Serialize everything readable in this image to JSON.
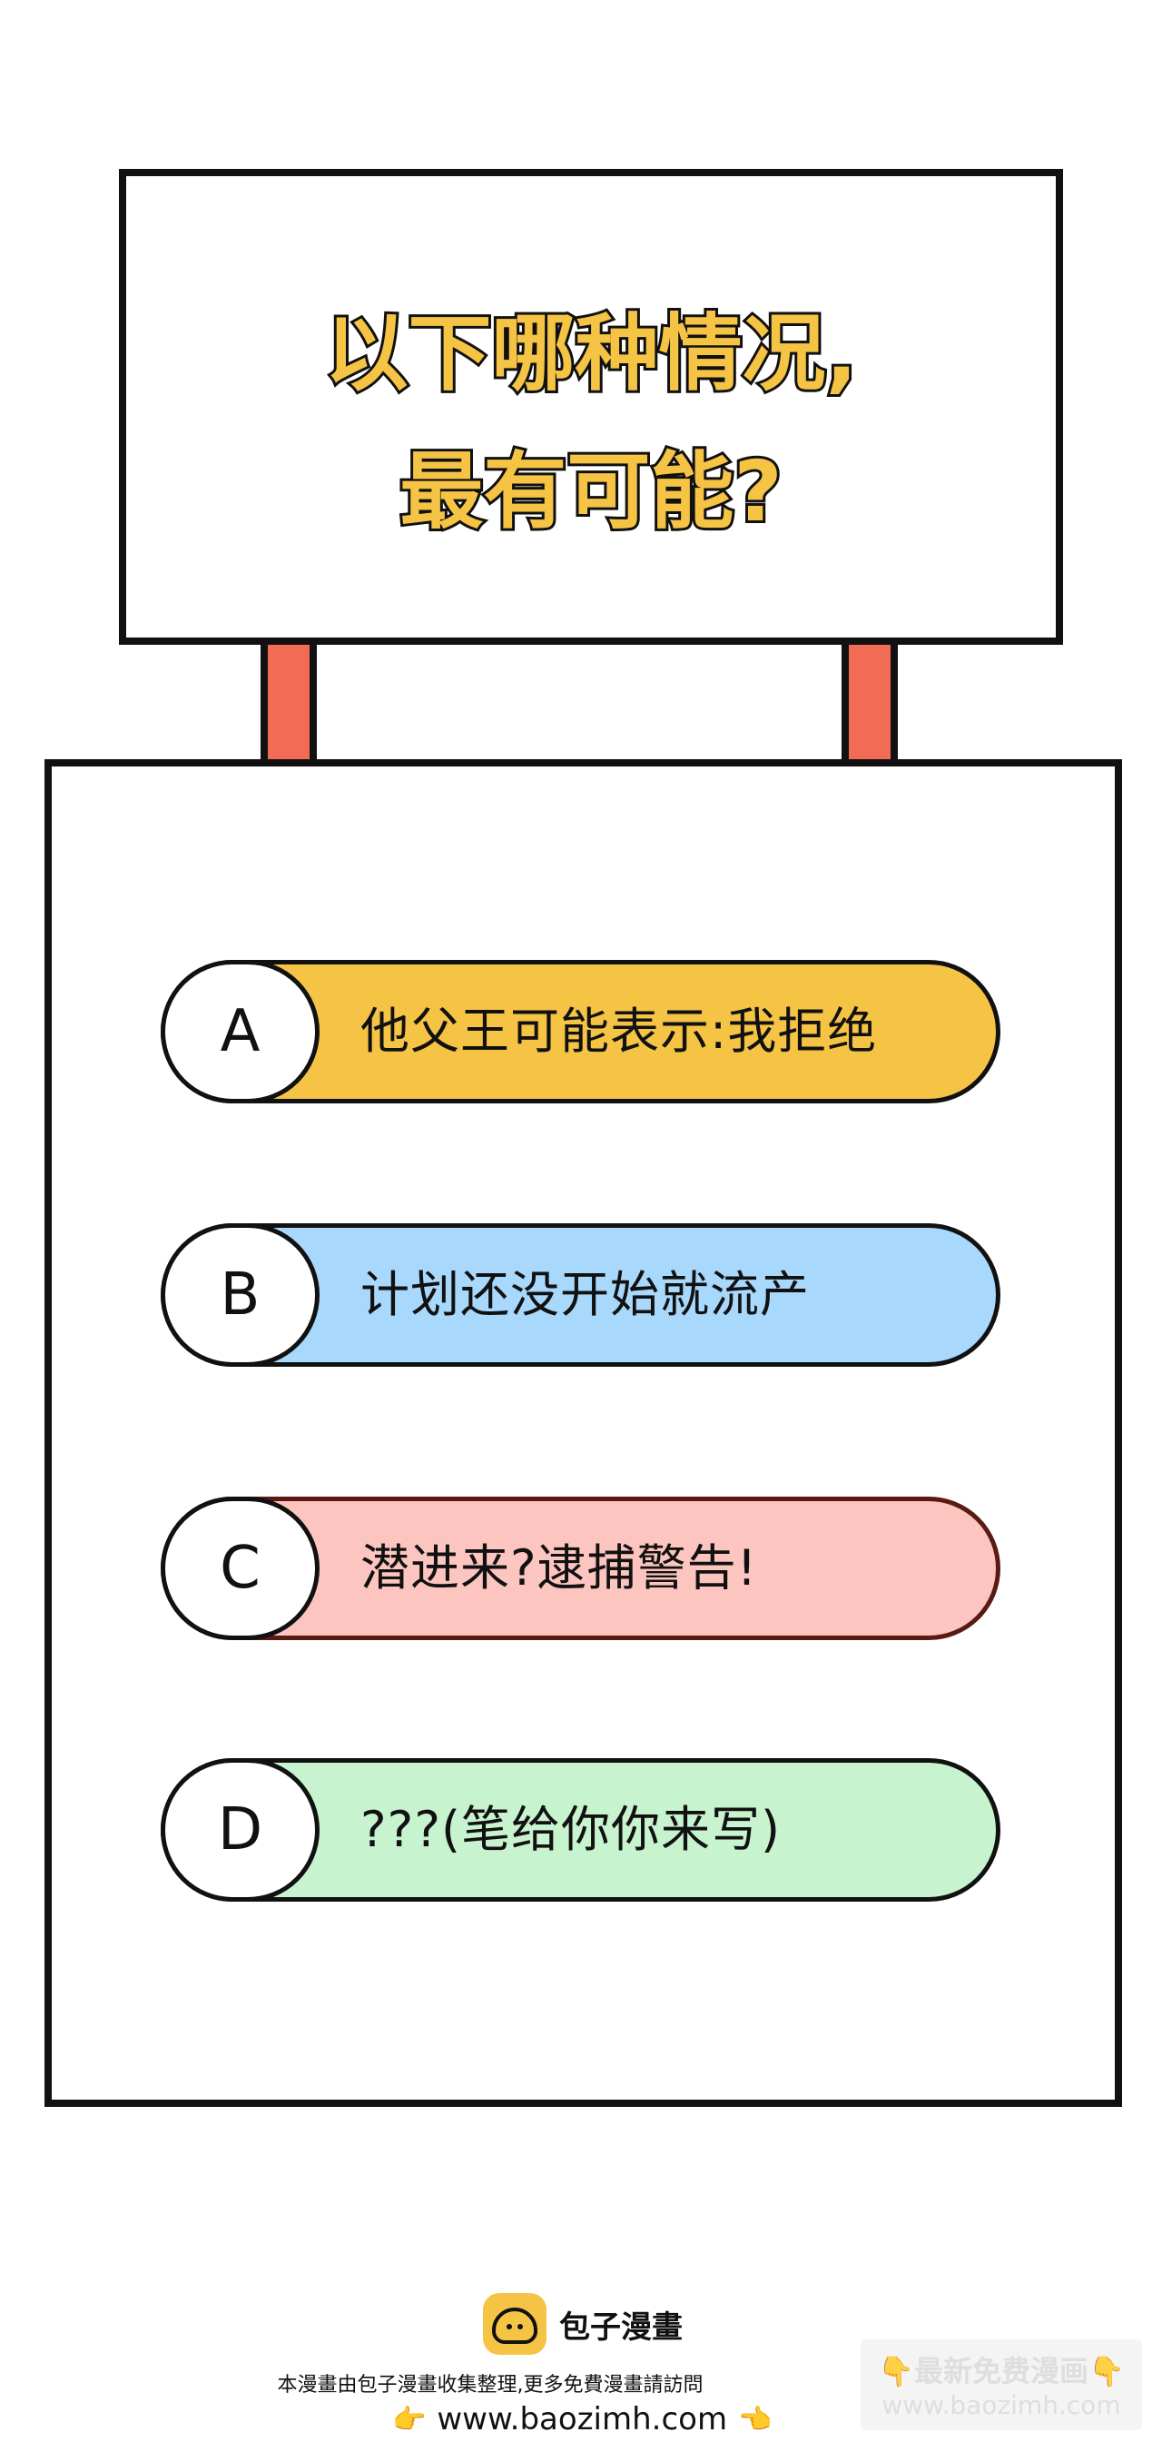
{
  "sign": {
    "title_line1": "以下哪种情况,",
    "title_line2": "最有可能?"
  },
  "options": [
    {
      "letter": "A",
      "text": "他父王可能表示:我拒绝"
    },
    {
      "letter": "B",
      "text": "计划还没开始就流产"
    },
    {
      "letter": "C",
      "text": "潜进来?逮捕警告!"
    },
    {
      "letter": "D",
      "text": "???(笔给你你来写)"
    }
  ],
  "colors": {
    "option_a": "#f6c445",
    "option_b": "#a8d8fb",
    "option_c": "#fdc5bf",
    "option_d": "#c8f3cf",
    "posts": "#f26b55",
    "title": "#f6c445"
  },
  "footer": {
    "brand_icon": "bun-icon",
    "brand_name": "包子漫畫",
    "notice": "本漫畫由包子漫畫收集整理,更多免費漫畫請訪問",
    "hand_left": "👉",
    "url": "www.baozimh.com",
    "hand_right": "👈",
    "watermark_line1": "👇最新免费漫画👇",
    "watermark_line2": "www.baozimh.com"
  }
}
